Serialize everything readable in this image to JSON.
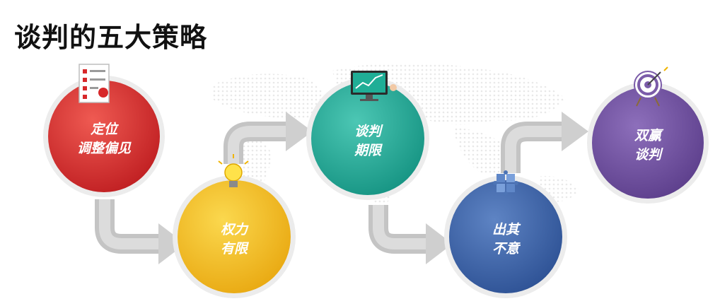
{
  "title": "谈判的五大策略",
  "strategies": [
    {
      "line1": "定位",
      "line2": "调整偏见",
      "color": "#d7282a",
      "icon": "document-chart-icon"
    },
    {
      "line1": "权力",
      "line2": "有限",
      "color": "#f3be1a",
      "icon": "lightbulb-icon"
    },
    {
      "line1": "谈判",
      "line2": "期限",
      "color": "#22a996",
      "icon": "monitor-chart-icon"
    },
    {
      "line1": "出其",
      "line2": "不意",
      "color": "#3a62a8",
      "icon": "puzzle-icon"
    },
    {
      "line1": "双赢",
      "line2": "谈判",
      "color": "#6f4d9e",
      "icon": "target-icon"
    }
  ]
}
